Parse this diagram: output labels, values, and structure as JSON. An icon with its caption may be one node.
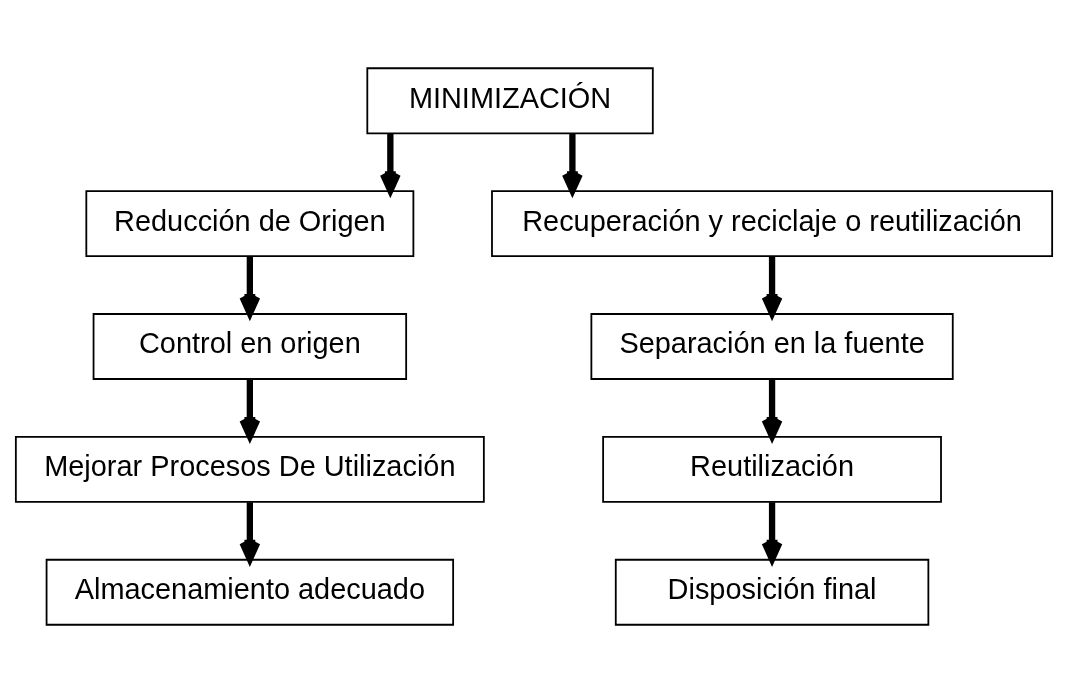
{
  "diagram": {
    "nodes": [
      {
        "text": [
          "MINIMIZACIÓN"
        ]
      },
      {
        "text": [
          "Reducción de Origen"
        ]
      },
      {
        "text": [
          "Recuperación y reciclaje o reutilización"
        ]
      },
      {
        "text": [
          "Control en origen"
        ]
      },
      {
        "text": [
          "Mejorar Procesos De Utilización"
        ]
      },
      {
        "text": [
          "Almacenamiento adecuado"
        ]
      },
      {
        "text": [
          "Separación en la fuente"
        ]
      },
      {
        "text": [
          "Reutilización"
        ]
      },
      {
        "text": [
          "Disposición final"
        ]
      }
    ],
    "edges": [
      {
        "from": 0,
        "to": 1,
        "arrow": "to"
      },
      {
        "from": 0,
        "to": 2,
        "arrow": "to"
      },
      {
        "from": 1,
        "to": 3,
        "arrow": "to"
      },
      {
        "from": 3,
        "to": 4,
        "arrow": "to"
      },
      {
        "from": 4,
        "to": 5,
        "arrow": "to"
      },
      {
        "from": 2,
        "to": 6,
        "arrow": "to"
      },
      {
        "from": 6,
        "to": 7,
        "arrow": "to"
      },
      {
        "from": 7,
        "to": 8,
        "arrow": "to"
      }
    ]
  }
}
